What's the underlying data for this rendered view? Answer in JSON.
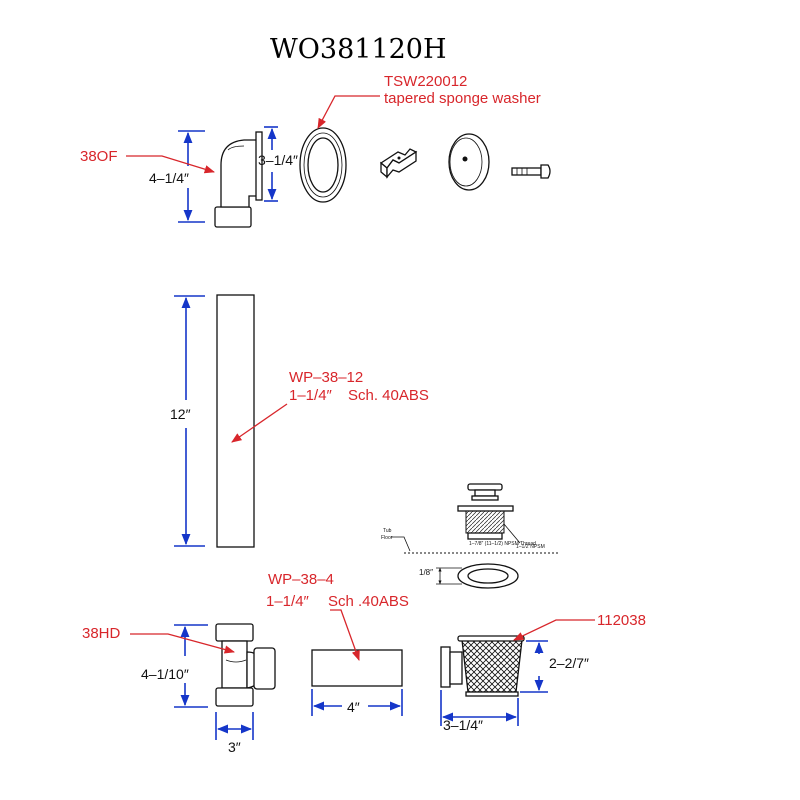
{
  "title": "WO381120H",
  "labels": {
    "washer_code": "TSW220012",
    "washer_name": "tapered sponge washer",
    "elbow_code": "38OF",
    "pipe_code": "WP–38–12",
    "pipe_size": "1–1/4″",
    "pipe_material": "Sch. 40ABS",
    "short_pipe_code": "WP–38–4",
    "short_pipe_size": "1–1/4″",
    "short_pipe_material": "Sch .40ABS",
    "tee_code": "38HD",
    "drain_code": "112038"
  },
  "dimensions": {
    "elbow_height": "4–1/4″",
    "flange_dia": "3–1/4″",
    "pipe_length": "12″",
    "tee_height": "4–1/10″",
    "tee_width": "3″",
    "short_pipe_length": "4″",
    "drain_width": "3–1/4″",
    "drain_height": "2–2/7″"
  },
  "inset": {
    "tub": "Tub",
    "floor": "Floor",
    "thread_note": "1–7/8″ (11–1/2) NPSM Thread",
    "npsm": "1–1/2″NPSM",
    "gap": "1/8″"
  },
  "colors": {
    "label_red": "#d8262b",
    "dimension_blue": "#1536c9",
    "line_black": "#111111"
  }
}
